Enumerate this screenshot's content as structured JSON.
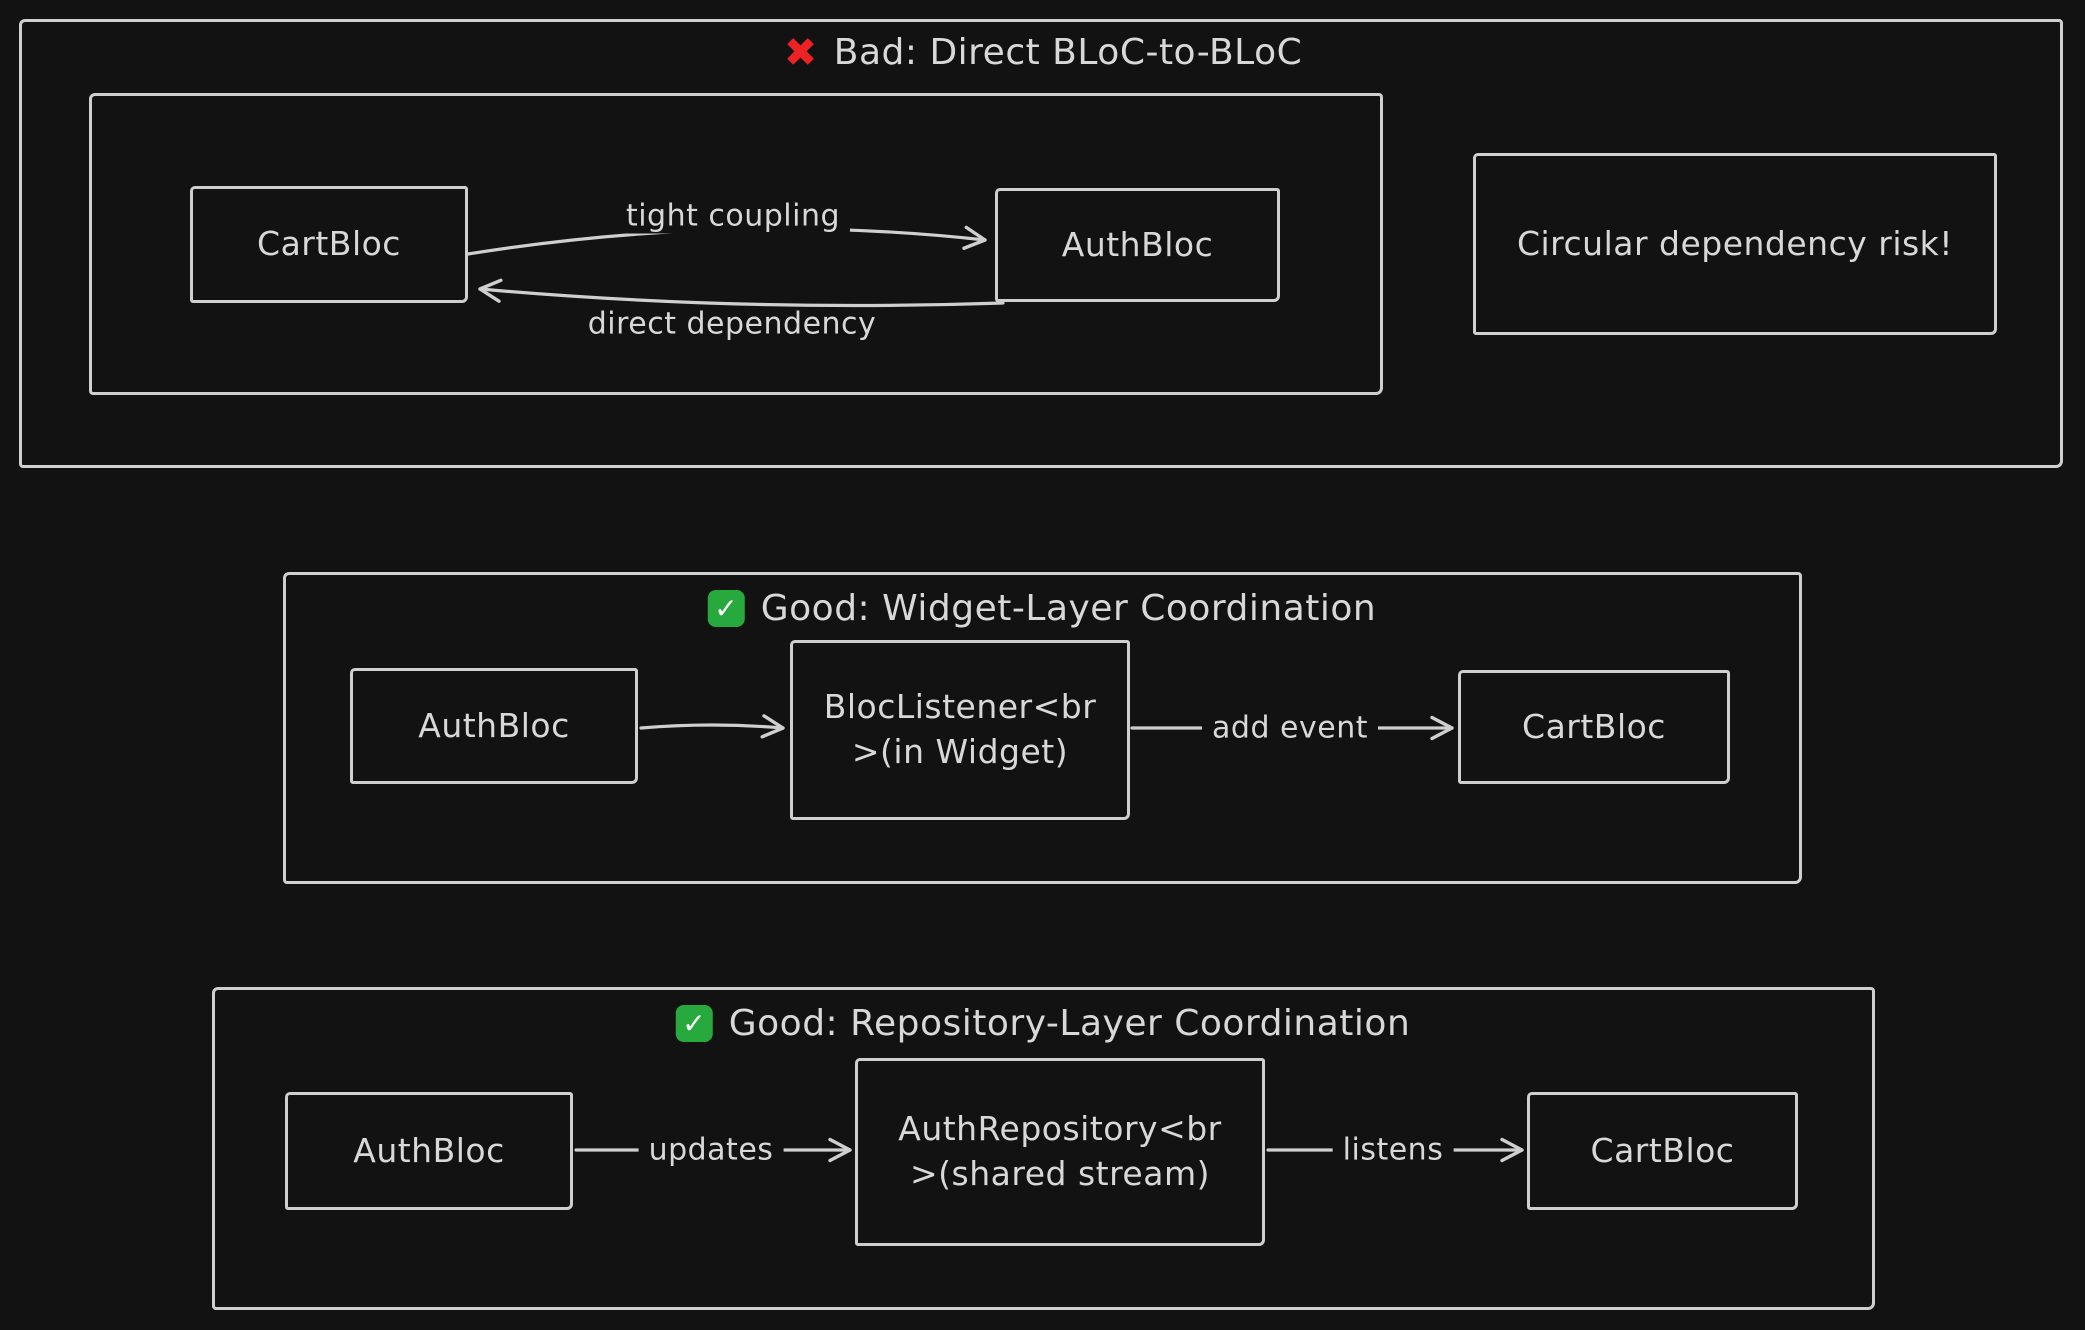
{
  "colors": {
    "background": "#121212",
    "stroke": "#cfcfcf",
    "text": "#d8d8d8",
    "bad": "#ed2224",
    "good": "#27a93d",
    "good_check": "#ffffff"
  },
  "icons": {
    "cross_glyph": "✖",
    "check_glyph": "✓"
  },
  "sections": {
    "bad": {
      "title": "Bad: Direct BLoC-to-BLoC",
      "nodes": {
        "cart": "CartBloc",
        "auth": "AuthBloc",
        "warning": "Circular dependency risk!"
      },
      "edges": {
        "tight_coupling": "tight coupling",
        "direct_dependency": "direct dependency"
      }
    },
    "widget": {
      "title": "Good: Widget-Layer Coordination",
      "nodes": {
        "auth": "AuthBloc",
        "listener_line1": "BlocListener<br",
        "listener_line2": ">(in Widget)",
        "cart": "CartBloc"
      },
      "edges": {
        "add_event": "add event"
      }
    },
    "repository": {
      "title": "Good: Repository-Layer Coordination",
      "nodes": {
        "auth": "AuthBloc",
        "repo_line1": "AuthRepository<br",
        "repo_line2": ">(shared stream)",
        "cart": "CartBloc"
      },
      "edges": {
        "updates": "updates",
        "listens": "listens"
      }
    }
  }
}
